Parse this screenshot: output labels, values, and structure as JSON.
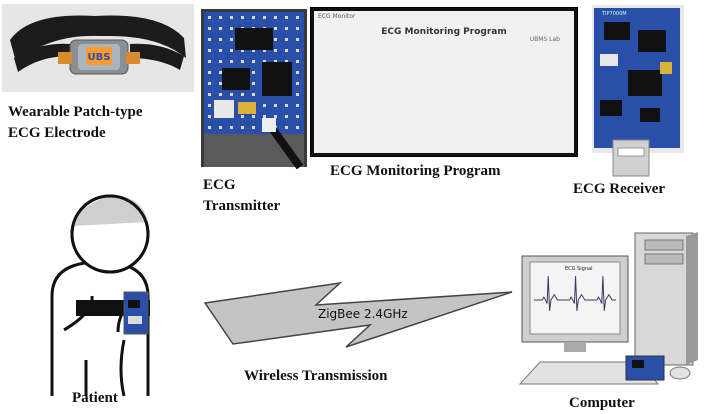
{
  "labels": {
    "electrode_line1": "Wearable Patch-type",
    "electrode_line2": "ECG Electrode",
    "transmitter_line1": "ECG",
    "transmitter_line2": "Transmitter",
    "monitoring_program": "ECG Monitoring Program",
    "receiver": "ECG Receiver",
    "patient": "Patient",
    "wireless": "Wireless Transmission",
    "computer": "Computer",
    "zigbee": "ZigBee 2.4GHz"
  },
  "program_window": {
    "title": "ECG Monitoring Program",
    "lab": "UBMS Lab",
    "corner": "ECG Monitor"
  },
  "computer_screen": {
    "title": "ECG Signal"
  },
  "colors": {
    "ecg_trace": "#3a9e3a",
    "bolt_fill": "#c4c4c4",
    "board_blue": "#2a4fa8",
    "strap": "#1b1b1b"
  }
}
